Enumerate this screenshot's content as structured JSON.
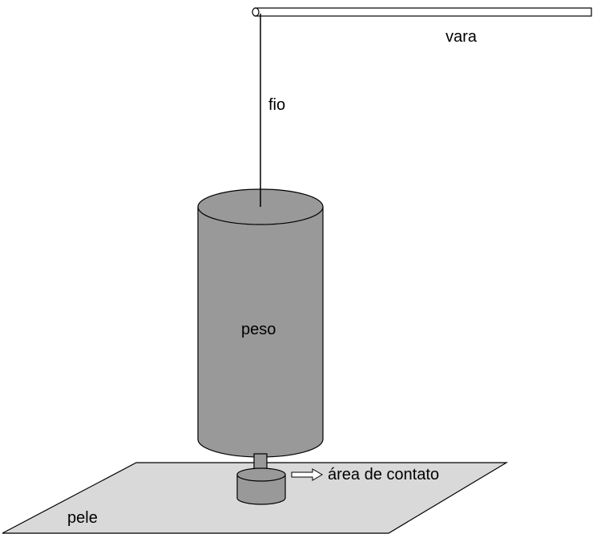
{
  "labels": {
    "rod": "vara",
    "string": "fio",
    "weight": "peso",
    "contact_area": "área de contato",
    "skin": "pele"
  },
  "colors": {
    "weight_fill": "#999999",
    "skin_fill": "#d9d9d9",
    "rod_fill": "#ffffff",
    "outline": "#000000"
  }
}
